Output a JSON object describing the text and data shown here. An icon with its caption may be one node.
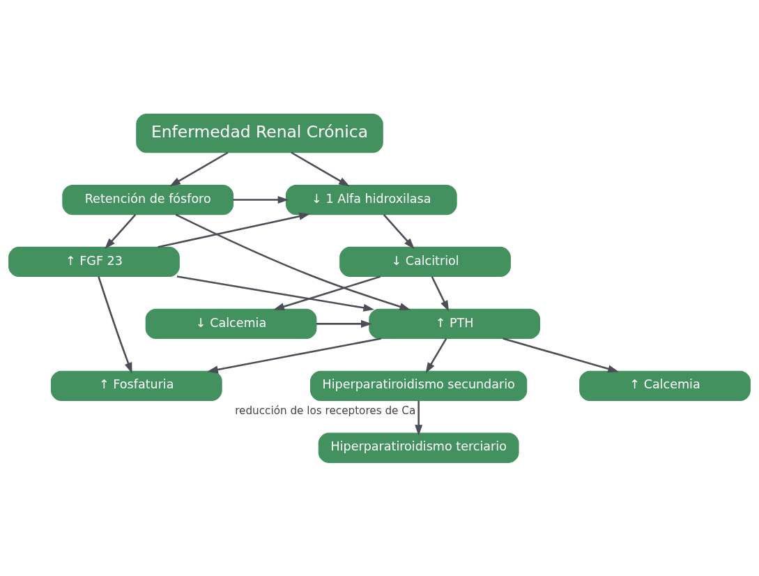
{
  "diagram": {
    "nodes": [
      {
        "text": [
          "Enfermedad Renal Crónica"
        ]
      },
      {
        "text": [
          "↓ 1 Alfa hidroxilasa"
        ]
      },
      {
        "text": [
          "Retención de fósforo"
        ]
      },
      {
        "text": [
          "↓ Calcitriol"
        ]
      },
      {
        "text": [
          "↑ FGF 23"
        ]
      },
      {
        "text": [
          "↓ Calcemia"
        ]
      },
      {
        "text": [
          "↑ PTH"
        ]
      },
      {
        "text": [
          "↑ Calcemia"
        ]
      },
      {
        "text": [
          "↑ Fosfaturia"
        ]
      },
      {
        "text": [
          "Hiperparatiroidismo secundario"
        ]
      },
      {
        "text": [
          "Hiperparatiroidismo terciario"
        ]
      }
    ],
    "edges": [
      {
        "from": 0,
        "to": 1,
        "arrow": "to"
      },
      {
        "from": 0,
        "to": 2,
        "arrow": "to"
      },
      {
        "from": 2,
        "to": 1,
        "arrow": "to"
      },
      {
        "from": 4,
        "to": 1,
        "arrow": "to"
      },
      {
        "from": 1,
        "to": 3,
        "arrow": "to"
      },
      {
        "from": 2,
        "to": 4,
        "arrow": "to"
      },
      {
        "from": 2,
        "to": 6,
        "arrow": "to"
      },
      {
        "from": 3,
        "to": 5,
        "arrow": "to"
      },
      {
        "from": 3,
        "to": 6,
        "arrow": "to"
      },
      {
        "from": 4,
        "to": 6,
        "arrow": "to"
      },
      {
        "from": 5,
        "to": 6,
        "arrow": "to"
      },
      {
        "from": 6,
        "to": 7,
        "arrow": "to"
      },
      {
        "from": 6,
        "to": 9,
        "arrow": "to"
      },
      {
        "from": 6,
        "to": 8,
        "arrow": "to"
      },
      {
        "from": 4,
        "to": 8,
        "arrow": "to"
      },
      {
        "from": 9,
        "to": 10,
        "arrow": "to",
        "label": "reducción de los receptores de Ca"
      }
    ]
  }
}
